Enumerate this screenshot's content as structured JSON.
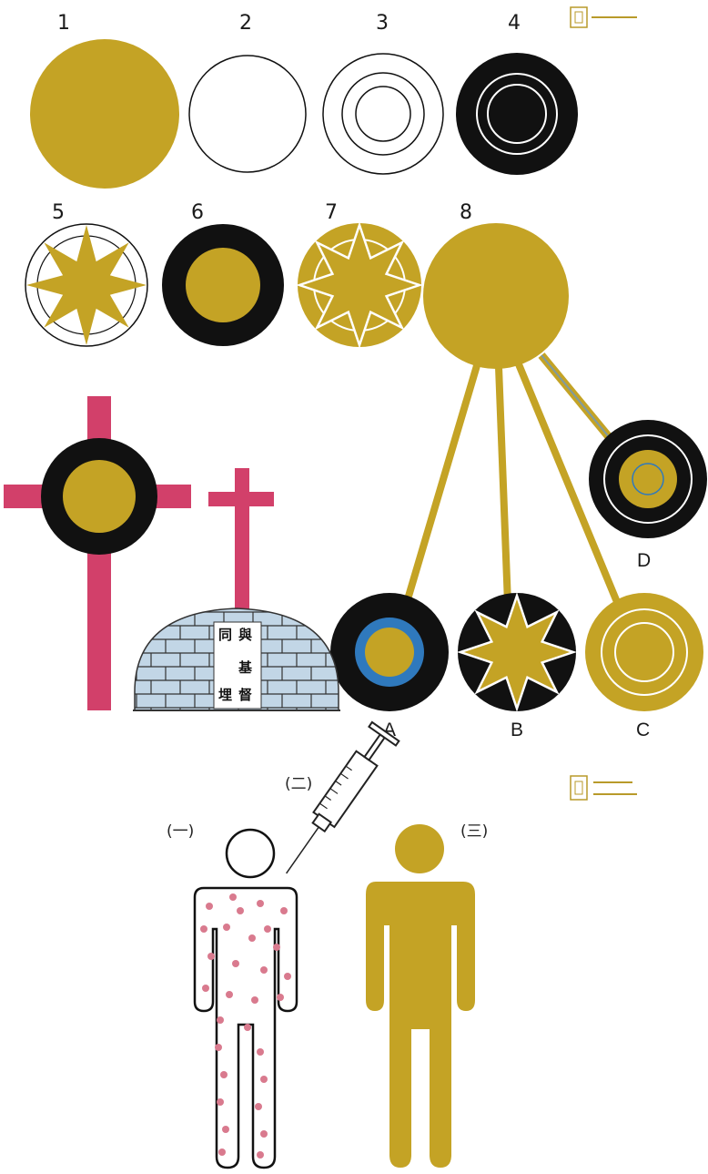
{
  "colors": {
    "gold": "#c4a325",
    "black": "#111111",
    "crimson": "#d2406a",
    "brick": "#c2d6e6",
    "blue": "#2f79bd",
    "dots": "#d97a8e",
    "figure_label": "#b89a2a"
  },
  "figure_labels": {
    "fig1": "圖一",
    "fig2": "圖二"
  },
  "circle_numbers": [
    "1",
    "2",
    "3",
    "4",
    "5",
    "6",
    "7",
    "8"
  ],
  "branch_letters": [
    "A",
    "B",
    "C",
    "D"
  ],
  "tomb_text": {
    "c1": "同",
    "c2": "與",
    "c3": "基",
    "c4": "督",
    "c5": "埋"
  },
  "person_labels": {
    "one": "(一)",
    "two": "(二)",
    "three": "(三)"
  }
}
